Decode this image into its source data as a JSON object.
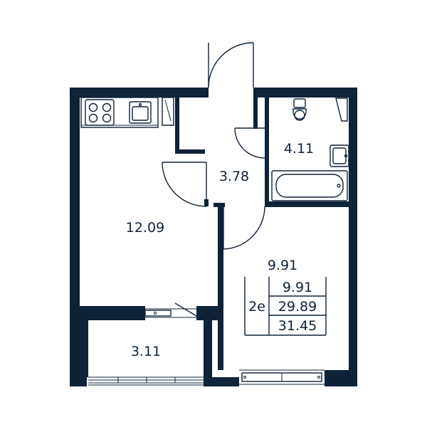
{
  "rooms": {
    "kitchen": "12.09",
    "hallway": "3.78",
    "bathroom": "4.11",
    "bedroom": "9.91",
    "balcony": "3.11"
  },
  "summary": {
    "type": "2е",
    "living": "9.91",
    "total": "29.89",
    "total_with_balcony": "31.45"
  },
  "colors": {
    "wall": "#0e2238",
    "background": "#ffffff"
  }
}
